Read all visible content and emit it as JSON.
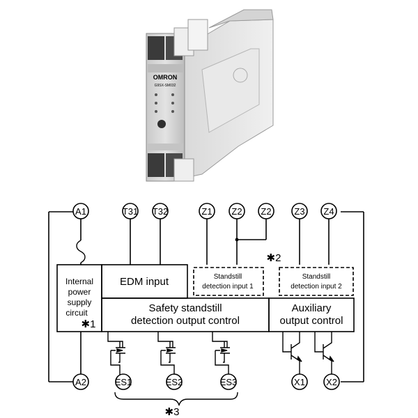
{
  "photo": {
    "brand": "OMRON",
    "model": "G9SX-SM032",
    "description": "DIN-rail mounted safety standstill relay unit"
  },
  "terminals": {
    "top": [
      "A1",
      "T31",
      "T32",
      "Z1",
      "Z2",
      "Z2",
      "Z3",
      "Z4"
    ],
    "bottom": [
      "A2",
      "ES1",
      "ES2",
      "ES3",
      "X1",
      "X2"
    ]
  },
  "blocks": {
    "internal_power": [
      "Internal",
      "power",
      "supply",
      "circuit"
    ],
    "internal_power_note": "✱1",
    "edm_input": "EDM input",
    "standstill1": [
      "Standstill",
      "detection input 1"
    ],
    "standstill2": [
      "Standstill",
      "detection input 2"
    ],
    "standstill_note": "✱2",
    "safety_output": [
      "Safety standstill",
      "detection output control"
    ],
    "aux_output": [
      "Auxiliary",
      "output control"
    ]
  },
  "brace_note": "✱3"
}
